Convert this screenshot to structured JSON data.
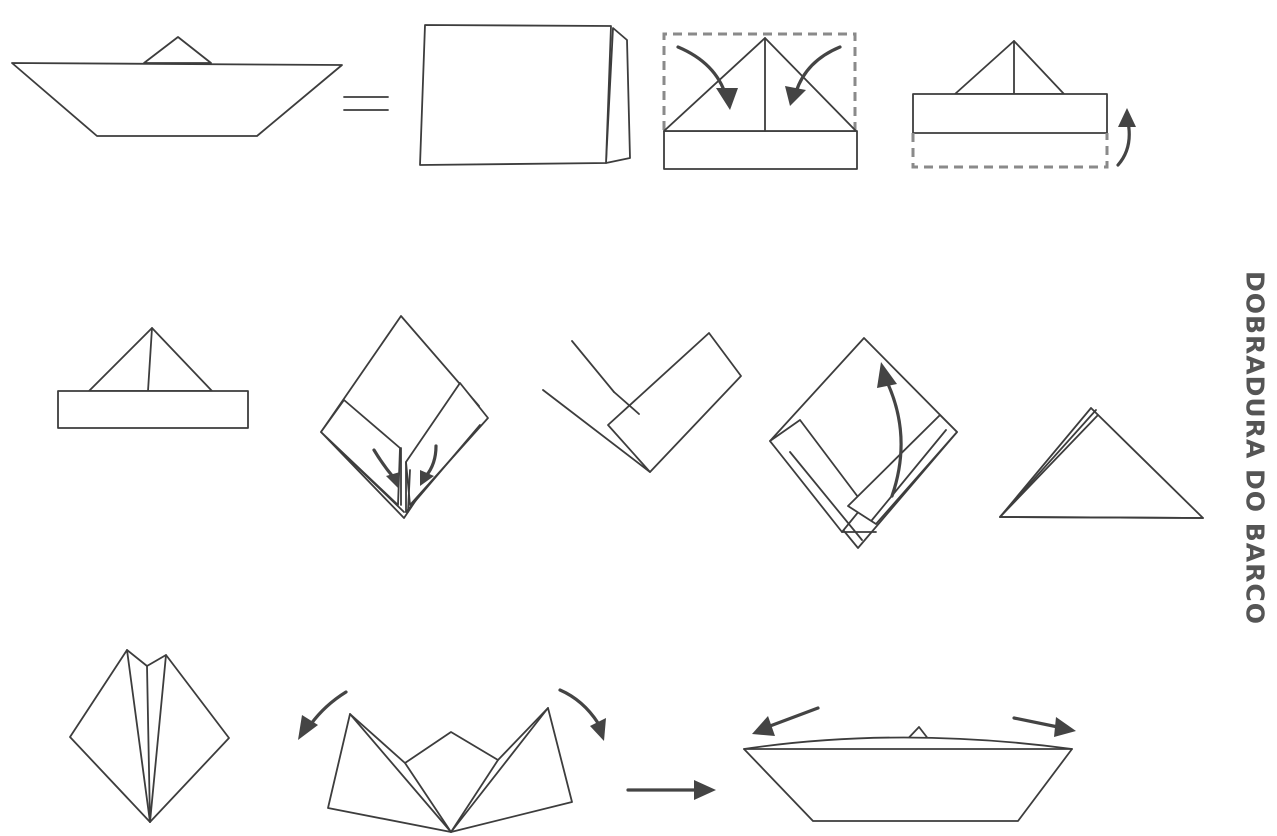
{
  "title": "DOBRADURA DO BARCO",
  "equals_sign": "=",
  "colors": {
    "line": "#3d3d3d",
    "arrow": "#444444",
    "dashed_guide": "#8a8a8a",
    "title": "#555555",
    "background": "#ffffff"
  },
  "steps": [
    "finished-boat-preview",
    "folded-sheet",
    "fold-corners-down",
    "fold-flaps-up",
    "paper-hat",
    "diamond-tuck-corners",
    "folding-flap-detail",
    "diamond-fold-bottom-up",
    "triangle",
    "pointed-diamond",
    "pull-sides-outward",
    "finished-boat"
  ]
}
